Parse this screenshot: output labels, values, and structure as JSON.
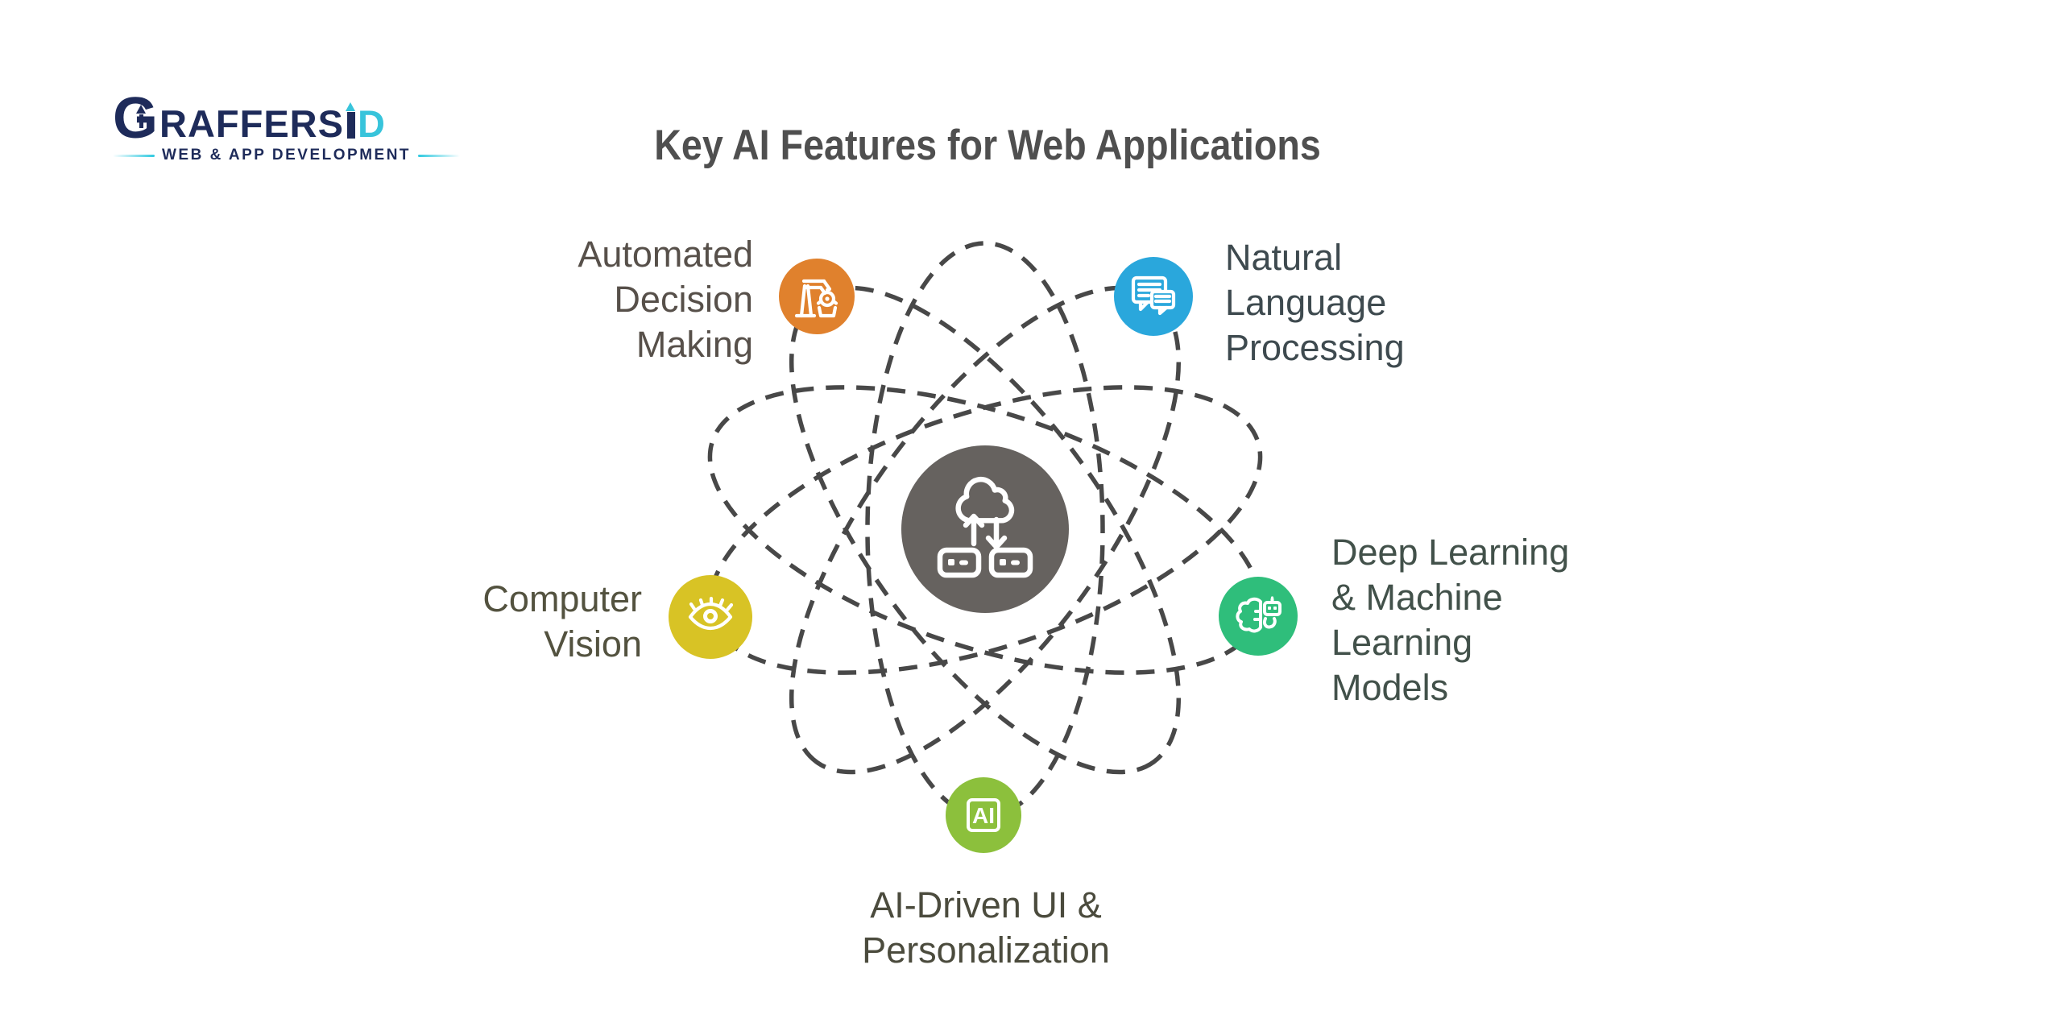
{
  "logo": {
    "g": "G",
    "rest": "RAFFERS",
    "d": "D",
    "tagline": "WEB & APP DEVELOPMENT",
    "navy": "#1e2b5a",
    "cyan": "#38c4db"
  },
  "title": "Key AI Features for Web Applications",
  "hub": {
    "icon": "cloud-data-sync",
    "color": "#66625f"
  },
  "orbits": {
    "count": 5,
    "stroke": "#484848"
  },
  "nodes": [
    {
      "id": "automated-decision-making",
      "color": "#e0812d",
      "icon": "robotic-arm",
      "label_lines": [
        "Automated",
        "Decision",
        "Making"
      ]
    },
    {
      "id": "natural-language-processing",
      "color": "#2aa7dc",
      "icon": "chat-bubbles",
      "label_lines": [
        "Natural",
        "Language",
        "Processing"
      ]
    },
    {
      "id": "deep-learning-ml-models",
      "color": "#2fbe7b",
      "icon": "brain-bot",
      "label_lines": [
        "Deep Learning",
        "& Machine",
        "Learning",
        "Models"
      ]
    },
    {
      "id": "ai-driven-ui-personalization",
      "color": "#8cc03c",
      "icon": "ai-badge",
      "icon_text": "AI",
      "label_lines": [
        "AI-Driven UI &",
        "Personalization"
      ]
    },
    {
      "id": "computer-vision",
      "color": "#d8c325",
      "icon": "eye",
      "label_lines": [
        "Computer",
        "Vision"
      ]
    }
  ]
}
